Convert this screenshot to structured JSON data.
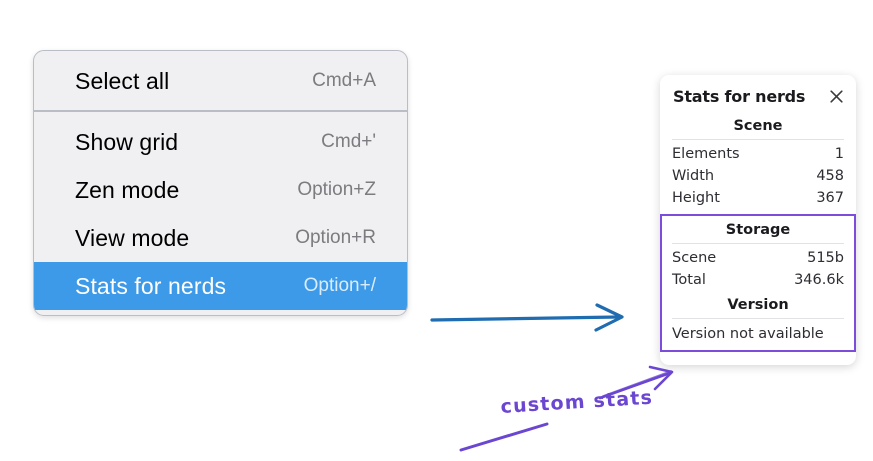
{
  "context_menu": {
    "name": "context-menu",
    "sections": [
      {
        "items": [
          {
            "label": "Select all",
            "shortcut": "Cmd+A",
            "selected": false
          }
        ]
      },
      {
        "items": [
          {
            "label": "Show grid",
            "shortcut": "Cmd+'",
            "selected": false
          },
          {
            "label": "Zen mode",
            "shortcut": "Option+Z",
            "selected": false
          },
          {
            "label": "View mode",
            "shortcut": "Option+R",
            "selected": false
          },
          {
            "label": "Stats for nerds",
            "shortcut": "Option+/",
            "selected": true
          }
        ]
      }
    ]
  },
  "stats_panel": {
    "title": "Stats for nerds",
    "close_icon": "close-icon",
    "scene": {
      "heading": "Scene",
      "rows": [
        {
          "key": "Elements",
          "value": "1"
        },
        {
          "key": "Width",
          "value": "458"
        },
        {
          "key": "Height",
          "value": "367"
        }
      ]
    },
    "storage": {
      "heading": "Storage",
      "rows": [
        {
          "key": "Scene",
          "value": "515b"
        },
        {
          "key": "Total",
          "value": "346.6k"
        }
      ]
    },
    "version": {
      "heading": "Version",
      "text": "Version not available"
    }
  },
  "annotations": {
    "custom_stats_label": "custom stats",
    "blue_arrow_color": "#1f6cb0",
    "purple_color": "#6b46d1",
    "highlight_color": "#7c4ddb",
    "selected_color": "#3c9ae8"
  }
}
